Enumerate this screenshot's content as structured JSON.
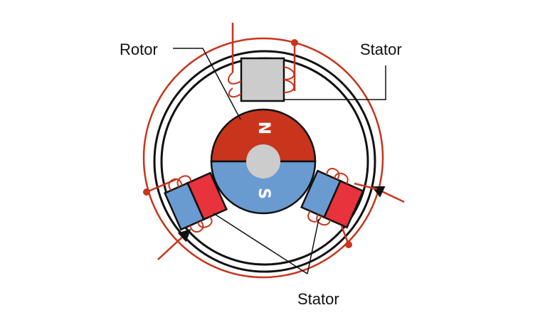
{
  "labels": {
    "rotor": "Rotor",
    "stator_top": "Stator",
    "stator_bottom": "Stator"
  },
  "rotor": {
    "north": "N",
    "south": "S"
  },
  "colors": {
    "wire": "#c8341c",
    "north_pole": "#c8341c",
    "south_pole": "#6a9bd0",
    "stator_core": "#cccccc",
    "stator_red": "#e8323c",
    "stator_blue": "#6a9bd0",
    "shaft": "#cccccc",
    "frame": "#111111"
  }
}
